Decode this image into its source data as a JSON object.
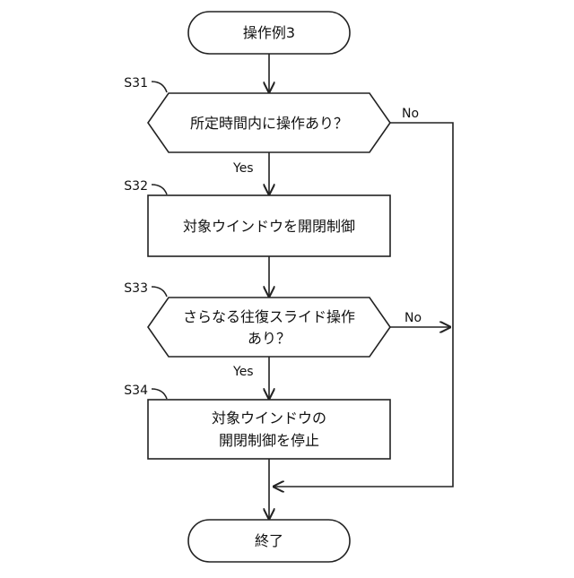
{
  "flowchart": {
    "start": {
      "label": "操作例3"
    },
    "end": {
      "label": "終了"
    },
    "steps": [
      {
        "id": "S31",
        "kind": "decision",
        "lines": [
          "所定時間内に操作あり？"
        ],
        "yes_label": "Yes",
        "no_label": "No"
      },
      {
        "id": "S32",
        "kind": "process",
        "lines": [
          "対象ウインドウを開閉制御"
        ]
      },
      {
        "id": "S33",
        "kind": "decision",
        "lines": [
          "さらなる往復スライド操作",
          "あり？"
        ],
        "yes_label": "Yes",
        "no_label": "No"
      },
      {
        "id": "S34",
        "kind": "process",
        "lines": [
          "対象ウインドウの",
          "開閉制御を停止"
        ]
      }
    ]
  }
}
